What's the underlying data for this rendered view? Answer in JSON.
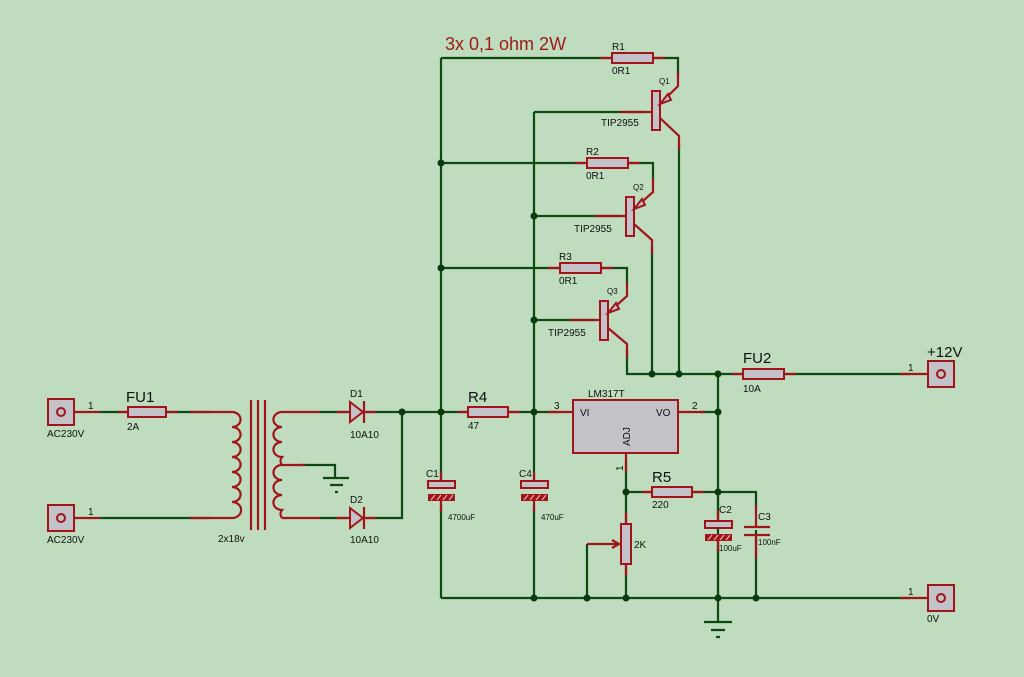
{
  "title_note": "3x 0,1 ohm 2W",
  "colors": {
    "background": "#bfdcbf",
    "wire": "#0c4a12",
    "component": "#a0141a",
    "body_fill": "#c2c2c8"
  },
  "terminals": {
    "ac_top": {
      "label": "AC230V",
      "pin": "1"
    },
    "ac_bottom": {
      "label": "AC230V",
      "pin": "1"
    },
    "out_pos": {
      "label": "+12V",
      "pin": "1"
    },
    "out_gnd": {
      "label": "0V",
      "pin": "1"
    }
  },
  "fuses": {
    "fu1": {
      "ref": "FU1",
      "value": "2A"
    },
    "fu2": {
      "ref": "FU2",
      "value": "10A"
    }
  },
  "transformer": {
    "value": "2x18v"
  },
  "diodes": {
    "d1": {
      "ref": "D1",
      "value": "10A10"
    },
    "d2": {
      "ref": "D2",
      "value": "10A10"
    }
  },
  "capacitors": {
    "c1": {
      "ref": "C1",
      "value": "4700uF"
    },
    "c4": {
      "ref": "C4",
      "value": "470uF"
    },
    "c2": {
      "ref": "C2",
      "value": "100uF"
    },
    "c3": {
      "ref": "C3",
      "value": "100nF"
    }
  },
  "resistors": {
    "r1": {
      "ref": "R1",
      "value": "0R1"
    },
    "r2": {
      "ref": "R2",
      "value": "0R1"
    },
    "r3": {
      "ref": "R3",
      "value": "0R1"
    },
    "r4": {
      "ref": "R4",
      "value": "47"
    },
    "r5": {
      "ref": "R5",
      "value": "220"
    },
    "pot": {
      "value": "2K"
    }
  },
  "transistors": {
    "q1": {
      "ref": "Q1",
      "value": "TIP2955"
    },
    "q2": {
      "ref": "Q2",
      "value": "TIP2955"
    },
    "q3": {
      "ref": "Q3",
      "value": "TIP2955"
    }
  },
  "regulator": {
    "ref": "LM317T",
    "pin_vi": "VI",
    "pin_vo": "VO",
    "pin_adj": "ADJ",
    "pin_in_num": "3",
    "pin_out_num": "2",
    "pin_adj_num": "1"
  }
}
